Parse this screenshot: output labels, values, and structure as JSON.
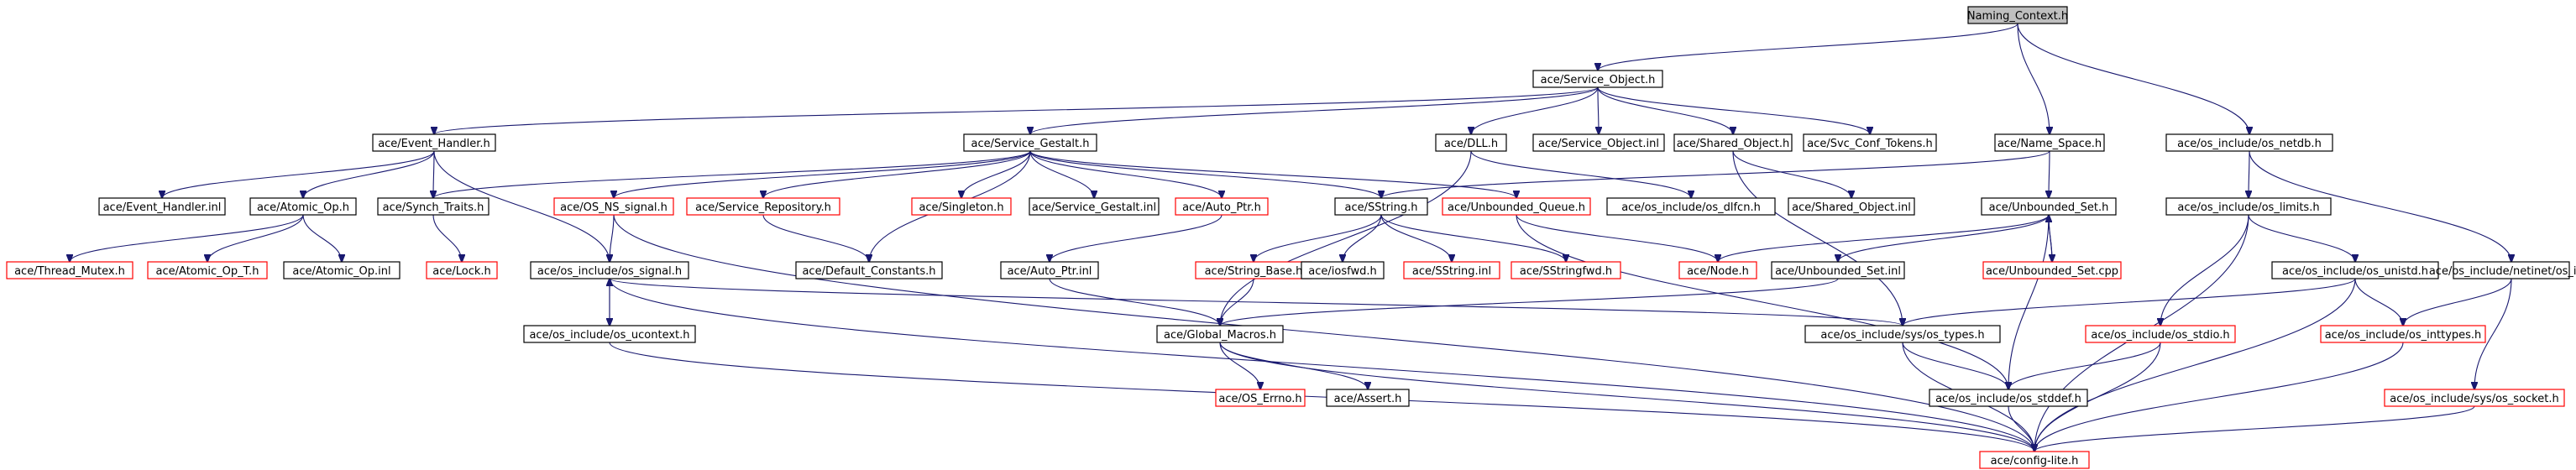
{
  "graph": {
    "title": "Naming_Context.h",
    "edge_color": "#191970",
    "missing_file_color": "#ff0000",
    "nodes": [
      {
        "id": "naming_context_h",
        "label": "Naming_Context.h",
        "root": true
      },
      {
        "id": "service_object_h",
        "label": "ace/Service_Object.h"
      },
      {
        "id": "event_handler_h",
        "label": "ace/Event_Handler.h"
      },
      {
        "id": "service_gestalt_h",
        "label": "ace/Service_Gestalt.h"
      },
      {
        "id": "dll_h",
        "label": "ace/DLL.h"
      },
      {
        "id": "service_object_inl",
        "label": "ace/Service_Object.inl"
      },
      {
        "id": "shared_object_h",
        "label": "ace/Shared_Object.h"
      },
      {
        "id": "svc_conf_tokens_h",
        "label": "ace/Svc_Conf_Tokens.h"
      },
      {
        "id": "name_space_h",
        "label": "ace/Name_Space.h"
      },
      {
        "id": "os_netdb_h",
        "label": "ace/os_include/os_netdb.h"
      },
      {
        "id": "event_handler_inl",
        "label": "ace/Event_Handler.inl"
      },
      {
        "id": "atomic_op_h",
        "label": "ace/Atomic_Op.h"
      },
      {
        "id": "synch_traits_h",
        "label": "ace/Synch_Traits.h"
      },
      {
        "id": "os_ns_signal_h",
        "label": "ace/OS_NS_signal.h",
        "missing": true
      },
      {
        "id": "service_repository_h",
        "label": "ace/Service_Repository.h",
        "missing": true
      },
      {
        "id": "singleton_h",
        "label": "ace/Singleton.h",
        "missing": true
      },
      {
        "id": "service_gestalt_inl",
        "label": "ace/Service_Gestalt.inl"
      },
      {
        "id": "auto_ptr_h",
        "label": "ace/Auto_Ptr.h",
        "missing": true
      },
      {
        "id": "sstring_h",
        "label": "ace/SString.h"
      },
      {
        "id": "unbounded_queue_h",
        "label": "ace/Unbounded_Queue.h",
        "missing": true
      },
      {
        "id": "os_dlfcn_h",
        "label": "ace/os_include/os_dlfcn.h"
      },
      {
        "id": "shared_object_inl",
        "label": "ace/Shared_Object.inl"
      },
      {
        "id": "unbounded_set_h",
        "label": "ace/Unbounded_Set.h"
      },
      {
        "id": "os_limits_h",
        "label": "ace/os_include/os_limits.h"
      },
      {
        "id": "thread_mutex_h",
        "label": "ace/Thread_Mutex.h",
        "missing": true
      },
      {
        "id": "atomic_op_t_h",
        "label": "ace/Atomic_Op_T.h",
        "missing": true
      },
      {
        "id": "atomic_op_inl",
        "label": "ace/Atomic_Op.inl"
      },
      {
        "id": "lock_h",
        "label": "ace/Lock.h",
        "missing": true
      },
      {
        "id": "os_signal_h",
        "label": "ace/os_include/os_signal.h"
      },
      {
        "id": "default_constants_h",
        "label": "ace/Default_Constants.h"
      },
      {
        "id": "auto_ptr_inl",
        "label": "ace/Auto_Ptr.inl"
      },
      {
        "id": "string_base_h",
        "label": "ace/String_Base.h",
        "missing": true
      },
      {
        "id": "iosfwd_h",
        "label": "ace/iosfwd.h"
      },
      {
        "id": "sstring_inl",
        "label": "ace/SString.inl",
        "missing": true
      },
      {
        "id": "sstringfwd_h",
        "label": "ace/SStringfwd.h",
        "missing": true
      },
      {
        "id": "node_h",
        "label": "ace/Node.h",
        "missing": true
      },
      {
        "id": "unbounded_set_inl",
        "label": "ace/Unbounded_Set.inl"
      },
      {
        "id": "unbounded_set_cpp",
        "label": "ace/Unbounded_Set.cpp",
        "missing": true
      },
      {
        "id": "os_unistd_h",
        "label": "ace/os_include/os_unistd.h"
      },
      {
        "id": "netinet_in_h",
        "label": "ace/os_include/netinet/os_in.h"
      },
      {
        "id": "os_ucontext_h",
        "label": "ace/os_include/os_ucontext.h"
      },
      {
        "id": "global_macros_h",
        "label": "ace/Global_Macros.h"
      },
      {
        "id": "sys_types_h",
        "label": "ace/os_include/sys/os_types.h"
      },
      {
        "id": "os_stdio_h",
        "label": "ace/os_include/os_stdio.h",
        "missing": true
      },
      {
        "id": "os_inttypes_h",
        "label": "ace/os_include/os_inttypes.h",
        "missing": true
      },
      {
        "id": "os_errno_h",
        "label": "ace/OS_Errno.h",
        "missing": true
      },
      {
        "id": "assert_h",
        "label": "ace/Assert.h"
      },
      {
        "id": "os_stddef_h",
        "label": "ace/os_include/os_stddef.h"
      },
      {
        "id": "sys_socket_h",
        "label": "ace/os_include/sys/os_socket.h",
        "missing": true
      },
      {
        "id": "config_lite_h",
        "label": "ace/config-lite.h",
        "missing": true
      }
    ],
    "edges": [
      [
        "naming_context_h",
        "service_object_h"
      ],
      [
        "naming_context_h",
        "name_space_h"
      ],
      [
        "naming_context_h",
        "os_netdb_h"
      ],
      [
        "service_object_h",
        "event_handler_h"
      ],
      [
        "service_object_h",
        "service_gestalt_h"
      ],
      [
        "service_object_h",
        "dll_h"
      ],
      [
        "service_object_h",
        "service_object_inl"
      ],
      [
        "service_object_h",
        "shared_object_h"
      ],
      [
        "service_object_h",
        "svc_conf_tokens_h"
      ],
      [
        "event_handler_h",
        "event_handler_inl"
      ],
      [
        "event_handler_h",
        "atomic_op_h"
      ],
      [
        "event_handler_h",
        "synch_traits_h"
      ],
      [
        "event_handler_h",
        "os_signal_h"
      ],
      [
        "atomic_op_h",
        "thread_mutex_h"
      ],
      [
        "atomic_op_h",
        "atomic_op_t_h"
      ],
      [
        "atomic_op_h",
        "atomic_op_inl"
      ],
      [
        "synch_traits_h",
        "lock_h"
      ],
      [
        "service_gestalt_h",
        "synch_traits_h"
      ],
      [
        "service_gestalt_h",
        "os_ns_signal_h"
      ],
      [
        "service_gestalt_h",
        "service_repository_h"
      ],
      [
        "service_gestalt_h",
        "default_constants_h"
      ],
      [
        "service_gestalt_h",
        "singleton_h"
      ],
      [
        "service_gestalt_h",
        "service_gestalt_inl"
      ],
      [
        "service_gestalt_h",
        "auto_ptr_h"
      ],
      [
        "service_gestalt_h",
        "sstring_h"
      ],
      [
        "service_gestalt_h",
        "unbounded_queue_h"
      ],
      [
        "os_ns_signal_h",
        "os_signal_h"
      ],
      [
        "os_ns_signal_h",
        "config_lite_h"
      ],
      [
        "service_repository_h",
        "default_constants_h"
      ],
      [
        "auto_ptr_h",
        "auto_ptr_inl"
      ],
      [
        "auto_ptr_inl",
        "global_macros_h"
      ],
      [
        "sstring_h",
        "string_base_h"
      ],
      [
        "sstring_h",
        "iosfwd_h"
      ],
      [
        "sstring_h",
        "sstring_inl"
      ],
      [
        "sstring_h",
        "sstringfwd_h"
      ],
      [
        "string_base_h",
        "global_macros_h"
      ],
      [
        "unbounded_queue_h",
        "node_h"
      ],
      [
        "unbounded_queue_h",
        "os_stddef_h"
      ],
      [
        "dll_h",
        "os_dlfcn_h"
      ],
      [
        "dll_h",
        "global_macros_h"
      ],
      [
        "shared_object_h",
        "shared_object_inl"
      ],
      [
        "shared_object_h",
        "sys_types_h"
      ],
      [
        "name_space_h",
        "sstring_h"
      ],
      [
        "name_space_h",
        "unbounded_set_h"
      ],
      [
        "unbounded_set_h",
        "node_h"
      ],
      [
        "unbounded_set_h",
        "unbounded_set_inl"
      ],
      [
        "unbounded_set_h",
        "unbounded_set_cpp"
      ],
      [
        "unbounded_set_h",
        "os_stddef_h"
      ],
      [
        "unbounded_set_cpp",
        "unbounded_set_h"
      ],
      [
        "unbounded_set_inl",
        "global_macros_h"
      ],
      [
        "os_netdb_h",
        "os_limits_h"
      ],
      [
        "os_netdb_h",
        "netinet_in_h"
      ],
      [
        "os_limits_h",
        "os_unistd_h"
      ],
      [
        "os_limits_h",
        "os_stdio_h"
      ],
      [
        "os_limits_h",
        "config_lite_h"
      ],
      [
        "os_unistd_h",
        "sys_types_h"
      ],
      [
        "os_unistd_h",
        "os_inttypes_h"
      ],
      [
        "os_unistd_h",
        "config_lite_h"
      ],
      [
        "netinet_in_h",
        "os_inttypes_h"
      ],
      [
        "netinet_in_h",
        "sys_socket_h"
      ],
      [
        "os_signal_h",
        "os_ucontext_h"
      ],
      [
        "os_signal_h",
        "sys_types_h"
      ],
      [
        "os_signal_h",
        "config_lite_h"
      ],
      [
        "os_ucontext_h",
        "os_signal_h"
      ],
      [
        "os_ucontext_h",
        "config_lite_h"
      ],
      [
        "global_macros_h",
        "os_errno_h"
      ],
      [
        "global_macros_h",
        "assert_h"
      ],
      [
        "global_macros_h",
        "config_lite_h"
      ],
      [
        "sys_types_h",
        "os_stddef_h"
      ],
      [
        "sys_types_h",
        "config_lite_h"
      ],
      [
        "os_stdio_h",
        "os_stddef_h"
      ],
      [
        "os_stdio_h",
        "config_lite_h"
      ],
      [
        "os_stddef_h",
        "config_lite_h"
      ],
      [
        "os_inttypes_h",
        "config_lite_h"
      ],
      [
        "sys_socket_h",
        "config_lite_h"
      ]
    ]
  }
}
